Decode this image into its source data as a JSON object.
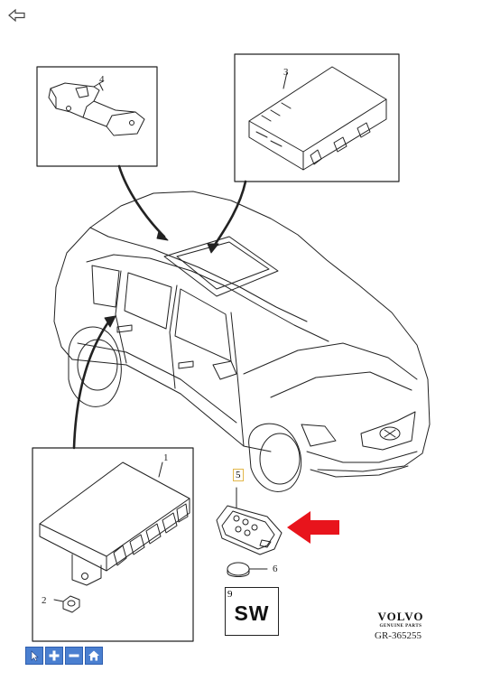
{
  "navigation": {
    "back_icon": "back-arrow-icon"
  },
  "callouts": {
    "item_1": "1",
    "item_2": "2",
    "item_3": "3",
    "item_4": "4",
    "item_5": "5",
    "item_6": "6",
    "item_9": "9"
  },
  "software_box": {
    "label": "SW"
  },
  "branding": {
    "name": "VOLVO",
    "tagline": "GENUINE PARTS",
    "reference": "GR-365255"
  },
  "toolbar": {
    "buttons": [
      {
        "icon": "pointer-icon"
      },
      {
        "icon": "zoom-in-icon"
      },
      {
        "icon": "zoom-out-icon"
      },
      {
        "icon": "home-icon"
      }
    ]
  },
  "colors": {
    "highlight_arrow": "#e8141c",
    "toolbar_button": "#4a7fd0",
    "key_label_border": "#e2b74a"
  }
}
